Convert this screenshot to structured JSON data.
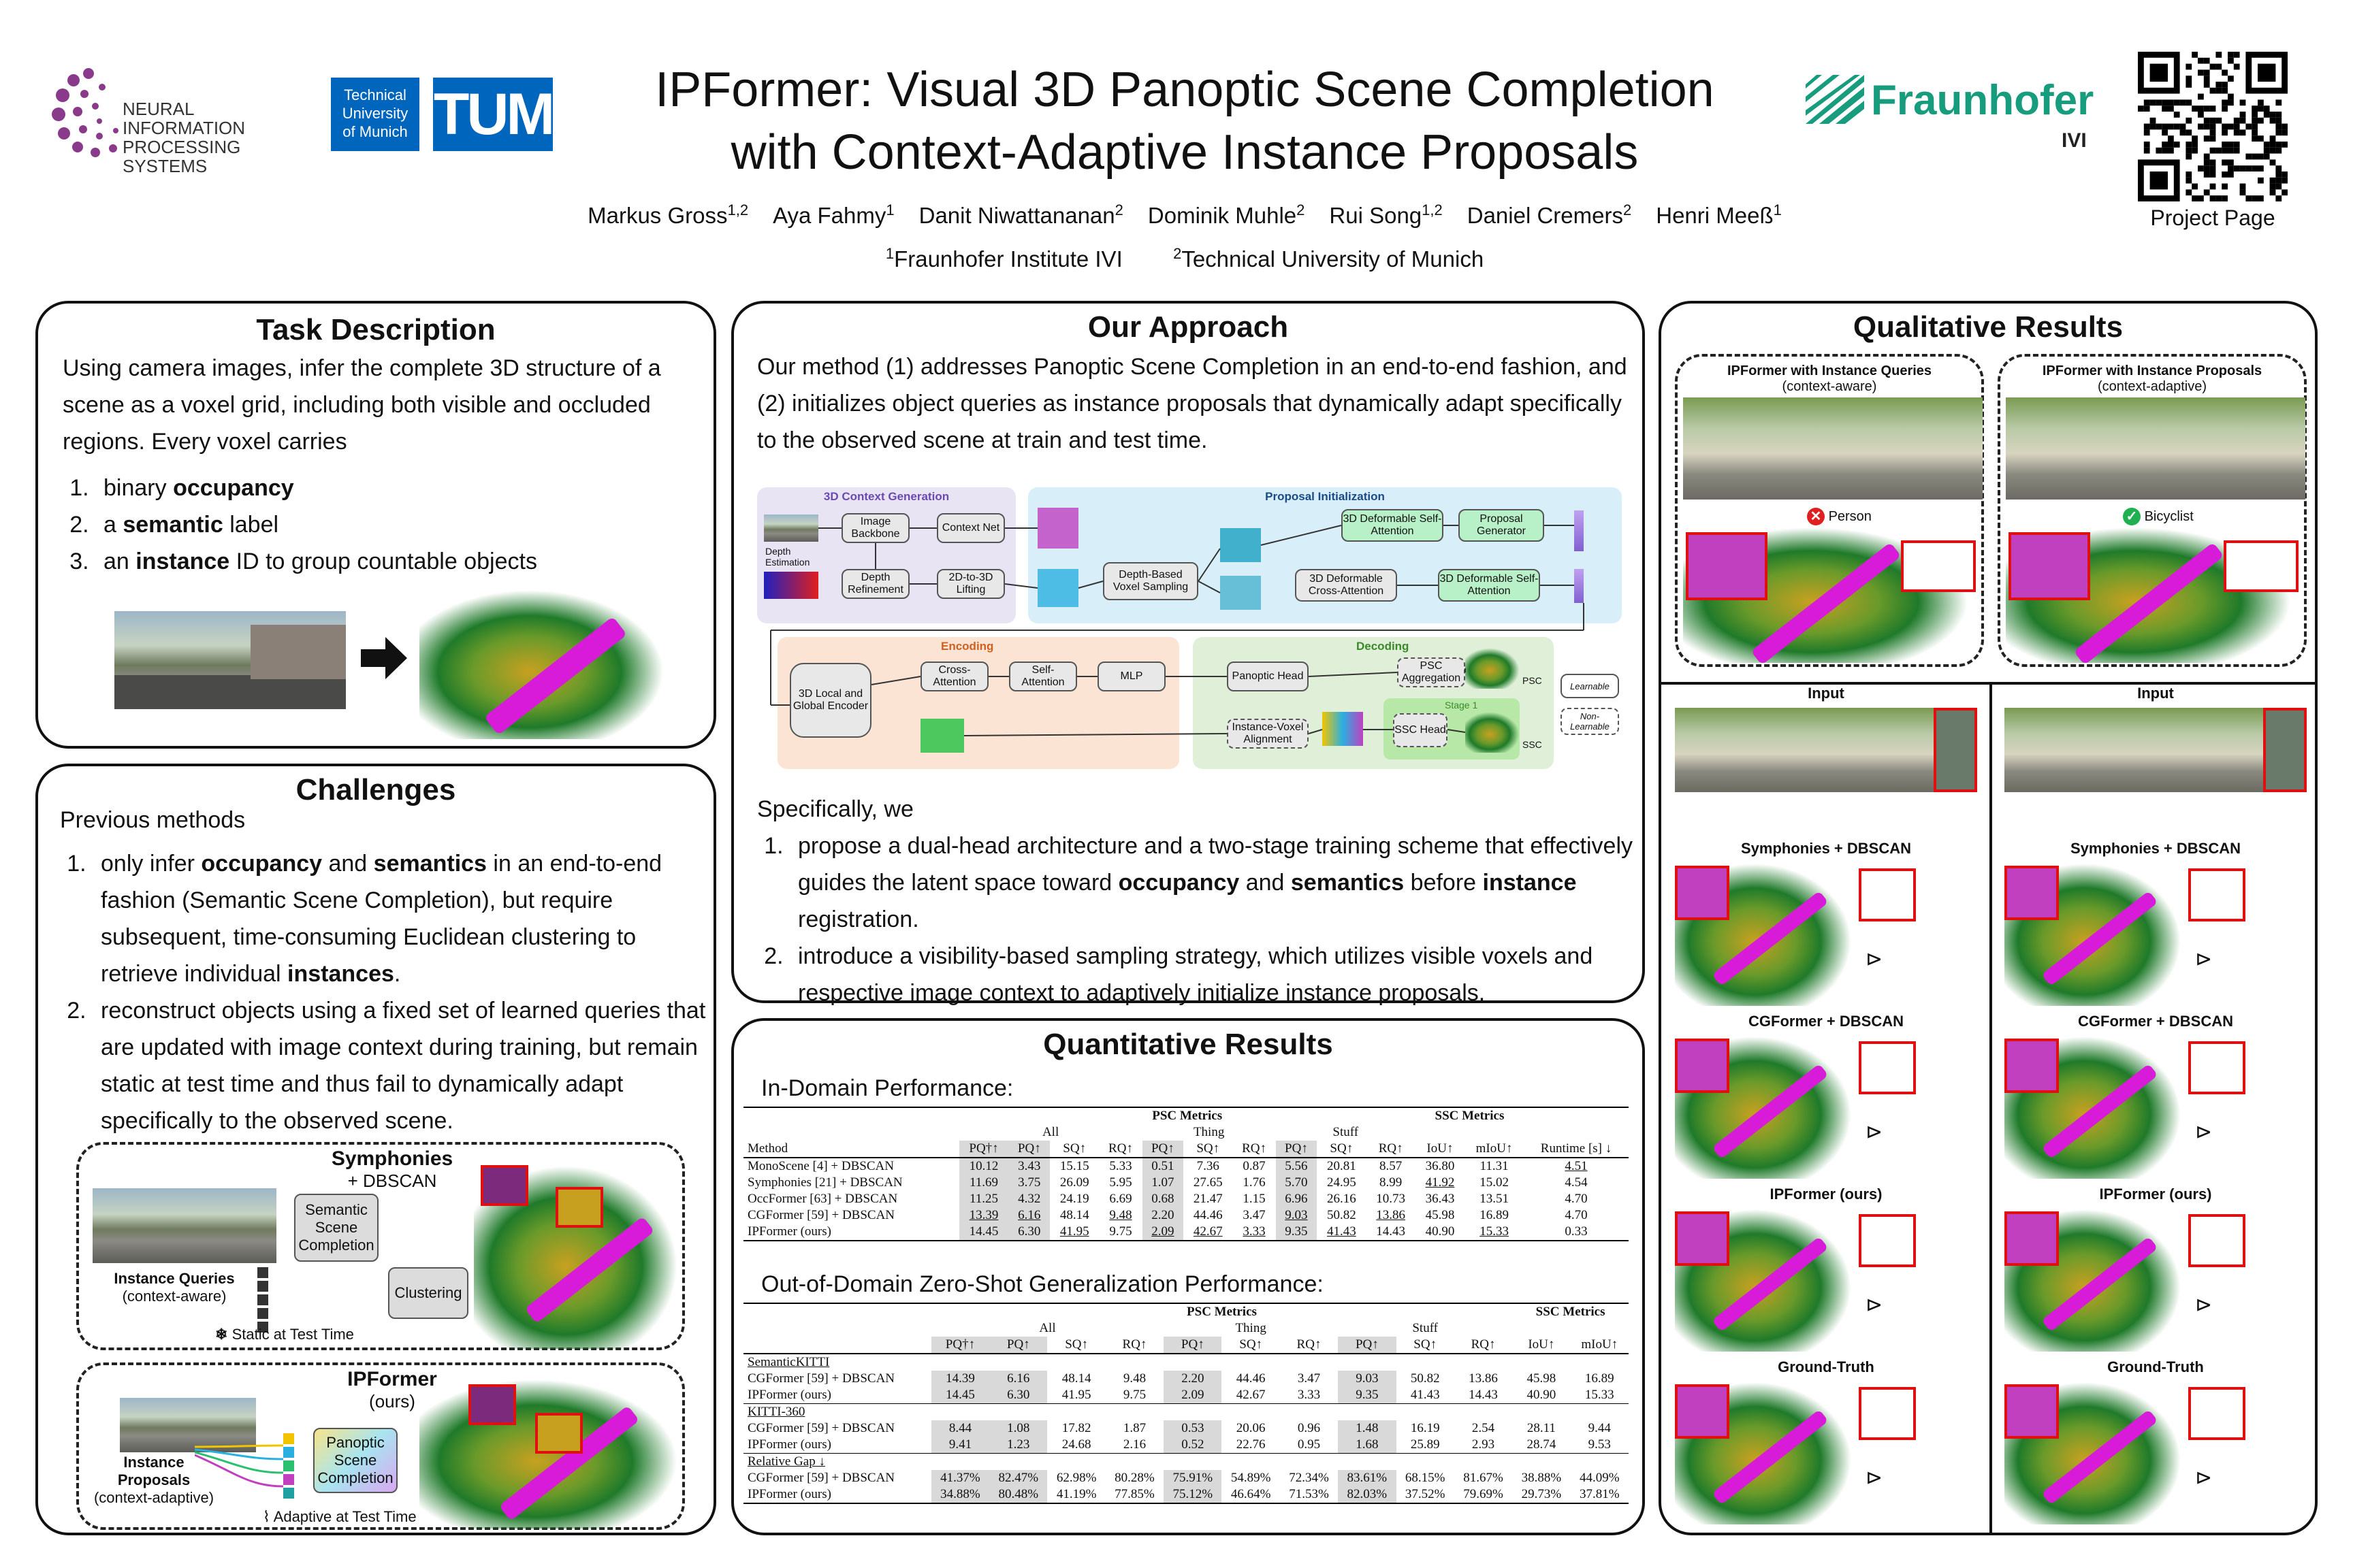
{
  "header": {
    "title_line1": "IPFormer: Visual 3D Panoptic Scene Completion",
    "title_line2": "with Context-Adaptive Instance Proposals",
    "authors": [
      {
        "name": "Markus Gross",
        "sup": "1,2"
      },
      {
        "name": "Aya Fahmy",
        "sup": "1"
      },
      {
        "name": "Danit Niwattananan",
        "sup": "2"
      },
      {
        "name": "Dominik Muhle",
        "sup": "2"
      },
      {
        "name": "Rui Song",
        "sup": "1,2"
      },
      {
        "name": "Daniel Cremers",
        "sup": "2"
      },
      {
        "name": "Henri Meeß",
        "sup": "1"
      }
    ],
    "affil1_sup": "1",
    "affil1": "Fraunhofer Institute IVI",
    "affil2_sup": "2",
    "affil2": "Technical University of Munich",
    "qr_label": "Project Page"
  },
  "logos": {
    "neurips_line1": "NEURAL INFORMATION",
    "neurips_line2": "PROCESSING SYSTEMS",
    "tum_text_line1": "Technical",
    "tum_text_line2": "University",
    "tum_text_line3": "of Munich",
    "tum_mark": "TUM",
    "fraunhofer": "Fraunhofer",
    "fraunhofer_sub": "IVI",
    "neurips_color": "#8a3a8a",
    "tum_color": "#0065bd",
    "fraunhofer_color": "#179c7d"
  },
  "task": {
    "title": "Task Description",
    "intro": "Using camera images, infer the complete 3D structure of a scene as a voxel grid, including both visible and occluded regions. Every voxel carries",
    "items": [
      {
        "pre": "binary ",
        "bold": "occupancy",
        "post": ""
      },
      {
        "pre": "a ",
        "bold": "semantic",
        "post": " label"
      },
      {
        "pre": "an ",
        "bold": "instance",
        "post": " ID to group countable objects"
      }
    ]
  },
  "challenges": {
    "title": "Challenges",
    "intro": "Previous methods",
    "item1": {
      "a": "only infer ",
      "b1": "occupancy",
      "c": " and ",
      "b2": "semantics",
      "d": " in an end-to-end fashion (Semantic Scene Completion), but require subsequent, time-consuming Euclidean clustering to retrieve individual ",
      "b3": "instances",
      "e": "."
    },
    "item2": "reconstruct objects using a fixed set of learned queries that are updated with image context during training, but remain static at test time and thus fail to dynamically adapt specifically to the observed scene.",
    "fig1": {
      "title": "Symphonies",
      "subtitle": "+ DBSCAN",
      "box1_l1": "Semantic",
      "box1_l2": "Scene",
      "box1_l3": "Completion",
      "box2": "Clustering",
      "queries_l1": "Instance Queries",
      "queries_l2": "(context-aware)",
      "static": "Static at Test Time"
    },
    "fig2": {
      "title": "IPFormer",
      "subtitle": "(ours)",
      "box1_l1": "Panoptic",
      "box1_l2": "Scene",
      "box1_l3": "Completion",
      "proposals_l1": "Instance",
      "proposals_l2": "Proposals",
      "proposals_l3": "(context-adaptive)",
      "adaptive": "Adaptive at Test Time"
    }
  },
  "approach": {
    "title": "Our Approach",
    "intro": "Our method (1) addresses Panoptic Scene Completion in an end-to-end fashion, and (2) initializes object queries as instance proposals that dynamically adapt specifically to the observed scene at train and test time.",
    "diagram": {
      "ctx_title": "3D Context Generation",
      "prop_title": "Proposal Initialization",
      "enc_title": "Encoding",
      "dec_title": "Decoding",
      "depth_est": "Depth Estimation",
      "image_backbone": "Image Backbone",
      "context_net": "Context Net",
      "depth_refine": "Depth Refinement",
      "lifting": "2D-to-3D Lifting",
      "voxel_sampling": "Depth-Based Voxel Sampling",
      "def_self": "3D Deformable Self-Attention",
      "def_cross": "3D Deformable Cross-Attention",
      "prop_gen": "Proposal Generator",
      "def_self2": "3D Deformable Self-Attention",
      "local_global": "3D Local and Global Encoder",
      "cross_att": "Cross-Attention",
      "self_att": "Self-Attention",
      "mlp": "MLP",
      "panoptic_head": "Panoptic Head",
      "psc_agg": "PSC Aggregation",
      "iv_align": "Instance-Voxel Alignment",
      "ssc_head": "SSC Head",
      "stage1": "Stage 1",
      "psc": "PSC",
      "ssc": "SSC",
      "learnable": "Learnable",
      "non_learnable": "Non-Learnable"
    },
    "specifically": "Specifically, we",
    "item1": {
      "a": "propose a dual-head architecture and a two-stage training scheme that effectively guides the latent space toward ",
      "b1": "occupancy",
      "c": " and ",
      "b2": "semantics",
      "d": " before ",
      "b3": "instance",
      "e": " registration."
    },
    "item2": "introduce a visibility-based sampling strategy, which utilizes visible voxels and respective image context to adaptively initialize instance proposals."
  },
  "quant": {
    "title": "Quantitative Results",
    "in_domain": "In-Domain Performance:",
    "ood": "Out-of-Domain Zero-Shot Generalization Performance:",
    "t1": {
      "psc": "PSC Metrics",
      "ssc": "SSC Metrics",
      "all": "All",
      "thing": "Thing",
      "stuff": "Stuff",
      "cols": [
        "Method",
        "PQ†↑",
        "PQ↑",
        "SQ↑",
        "RQ↑",
        "PQ↑",
        "SQ↑",
        "RQ↑",
        "PQ↑",
        "SQ↑",
        "RQ↑",
        "IoU↑",
        "mIoU↑",
        "Runtime [s] ↓"
      ],
      "rows": [
        {
          "m": "MonoScene [4] + DBSCAN",
          "v": [
            "10.12",
            "3.43",
            "15.15",
            "5.33",
            "0.51",
            "7.36",
            "0.87",
            "5.56",
            "20.81",
            "8.57",
            "36.80",
            "11.31",
            "4.51"
          ]
        },
        {
          "m": "Symphonies [21] + DBSCAN",
          "v": [
            "11.69",
            "3.75",
            "26.09",
            "5.95",
            "1.07",
            "27.65",
            "1.76",
            "5.70",
            "24.95",
            "8.99",
            "41.92",
            "15.02",
            "4.54"
          ]
        },
        {
          "m": "OccFormer [63] + DBSCAN",
          "v": [
            "11.25",
            "4.32",
            "24.19",
            "6.69",
            "0.68",
            "21.47",
            "1.15",
            "6.96",
            "26.16",
            "10.73",
            "36.43",
            "13.51",
            "4.70"
          ]
        },
        {
          "m": "CGFormer [59] + DBSCAN",
          "v": [
            "13.39",
            "6.16",
            "48.14",
            "9.48",
            "2.20",
            "44.46",
            "3.47",
            "9.03",
            "50.82",
            "13.86",
            "45.98",
            "16.89",
            "4.70"
          ]
        },
        {
          "m": "IPFormer (ours)",
          "v": [
            "14.45",
            "6.30",
            "41.95",
            "9.75",
            "2.09",
            "42.67",
            "3.33",
            "9.35",
            "41.43",
            "14.43",
            "40.90",
            "15.33",
            "0.33"
          ]
        }
      ]
    },
    "t2": {
      "psc": "PSC Metrics",
      "ssc": "SSC Metrics",
      "all": "All",
      "thing": "Thing",
      "stuff": "Stuff",
      "cols": [
        "PQ†↑",
        "PQ↑",
        "SQ↑",
        "RQ↑",
        "PQ↑",
        "SQ↑",
        "RQ↑",
        "PQ↑",
        "SQ↑",
        "RQ↑",
        "IoU↑",
        "mIoU↑"
      ],
      "groups": [
        {
          "name": "SemanticKITTI",
          "rows": [
            {
              "m": "CGFormer [59] + DBSCAN",
              "v": [
                "14.39",
                "6.16",
                "48.14",
                "9.48",
                "2.20",
                "44.46",
                "3.47",
                "9.03",
                "50.82",
                "13.86",
                "45.98",
                "16.89"
              ]
            },
            {
              "m": "IPFormer (ours)",
              "v": [
                "14.45",
                "6.30",
                "41.95",
                "9.75",
                "2.09",
                "42.67",
                "3.33",
                "9.35",
                "41.43",
                "14.43",
                "40.90",
                "15.33"
              ]
            }
          ]
        },
        {
          "name": "KITTI-360",
          "rows": [
            {
              "m": "CGFormer [59] + DBSCAN",
              "v": [
                "8.44",
                "1.08",
                "17.82",
                "1.87",
                "0.53",
                "20.06",
                "0.96",
                "1.48",
                "16.19",
                "2.54",
                "28.11",
                "9.44"
              ]
            },
            {
              "m": "IPFormer (ours)",
              "v": [
                "9.41",
                "1.23",
                "24.68",
                "2.16",
                "0.52",
                "22.76",
                "0.95",
                "1.68",
                "25.89",
                "2.93",
                "28.74",
                "9.53"
              ]
            }
          ]
        },
        {
          "name": "Relative Gap ↓",
          "rows": [
            {
              "m": "CGFormer [59] + DBSCAN",
              "v": [
                "41.37%",
                "82.47%",
                "62.98%",
                "80.28%",
                "75.91%",
                "54.89%",
                "72.34%",
                "83.61%",
                "68.15%",
                "81.67%",
                "38.88%",
                "44.09%"
              ]
            },
            {
              "m": "IPFormer (ours)",
              "v": [
                "34.88%",
                "80.48%",
                "41.19%",
                "77.85%",
                "75.12%",
                "46.64%",
                "71.53%",
                "82.03%",
                "37.52%",
                "79.69%",
                "29.73%",
                "37.81%"
              ]
            }
          ]
        }
      ]
    }
  },
  "qual": {
    "title": "Qualitative Results",
    "left_title": "IPFormer with Instance Queries",
    "left_sub": "(context-aware)",
    "right_title": "IPFormer with Instance Proposals",
    "right_sub": "(context-adaptive)",
    "left_label": "Person",
    "right_label": "Bicyclist",
    "rows": [
      "Input",
      "Symphonies + DBSCAN",
      "CGFormer + DBSCAN",
      "IPFormer (ours)",
      "Ground-Truth"
    ]
  }
}
